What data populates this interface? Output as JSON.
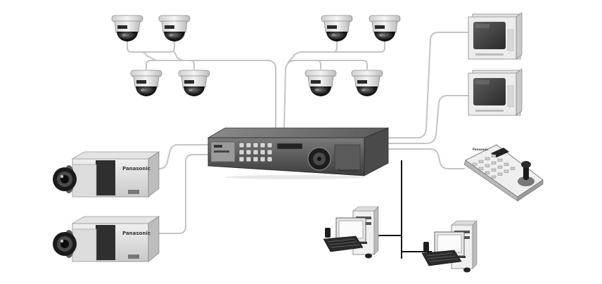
{
  "cameras": {
    "dome": [
      {
        "id": "dome-1"
      },
      {
        "id": "dome-2"
      },
      {
        "id": "dome-3"
      },
      {
        "id": "dome-4"
      },
      {
        "id": "dome-5"
      },
      {
        "id": "dome-6"
      },
      {
        "id": "dome-7"
      },
      {
        "id": "dome-8"
      }
    ],
    "box": [
      {
        "brand": "Panasonic"
      },
      {
        "brand": "Panasonic"
      }
    ]
  },
  "recorder": {
    "brand": "Panasonic"
  },
  "monitors": {
    "count": 2
  },
  "controller": {
    "brand": "Panasonic"
  },
  "computers": {
    "count": 2
  },
  "colors": {
    "cable": "#c4c4c4",
    "lan": "#111111",
    "device_light": "#e6e6e6",
    "device_dark": "#3a3a3a"
  },
  "icons": [
    "dome-camera-icon",
    "box-camera-icon",
    "dvr-icon",
    "crt-monitor-icon",
    "ptz-controller-icon",
    "desktop-pc-icon"
  ]
}
